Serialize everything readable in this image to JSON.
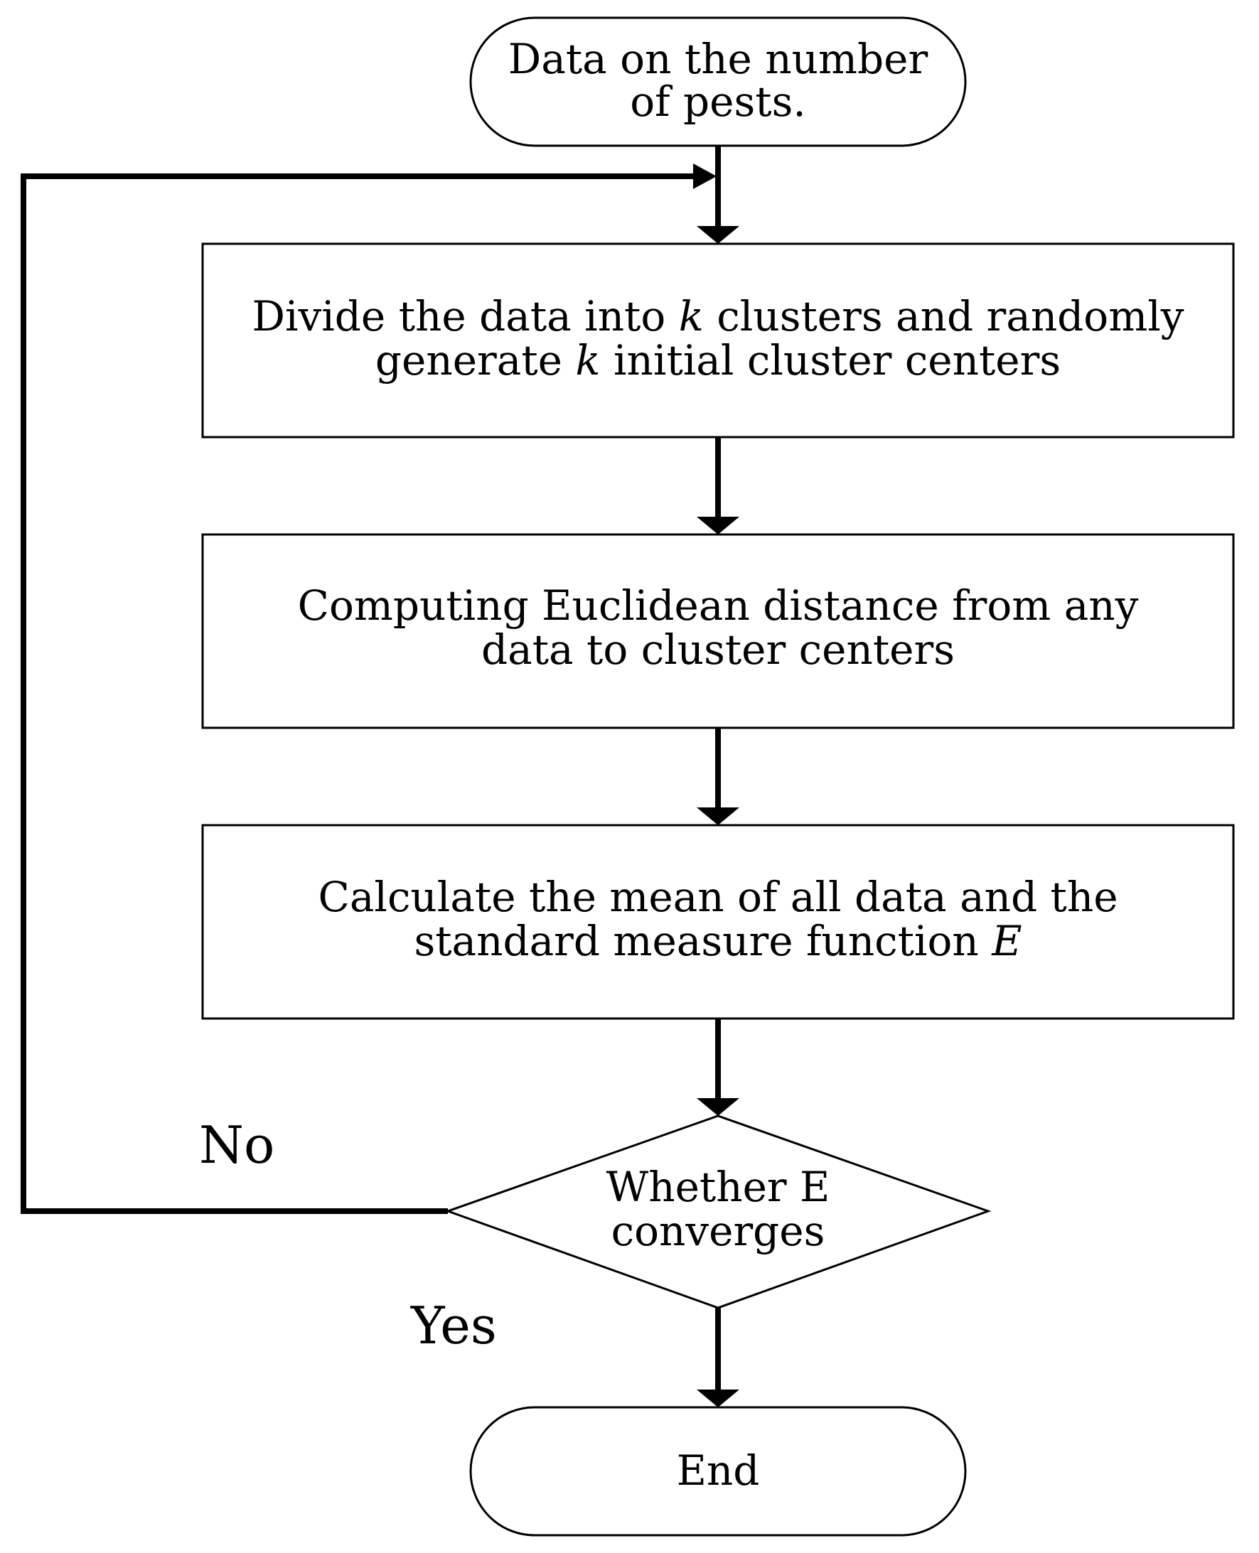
{
  "nodes": {
    "start": {
      "line1": "Data on the number",
      "line2": "of pests."
    },
    "divide": {
      "line1_pre": "Divide the data into ",
      "line1_var": "k",
      "line1_post": " clusters and randomly",
      "line2_pre": "generate ",
      "line2_var": "k",
      "line2_post": " initial cluster centers"
    },
    "distance": {
      "line1": "Computing Euclidean distance from any",
      "line2": "data to cluster centers"
    },
    "mean": {
      "line1": "Calculate the mean of all data and the",
      "line2_pre": "standard measure function ",
      "line2_var": "E"
    },
    "decision": {
      "line1": "Whether E",
      "line2": "converges"
    },
    "end": {
      "label": "End"
    }
  },
  "edge_labels": {
    "no": "No",
    "yes": "Yes"
  }
}
